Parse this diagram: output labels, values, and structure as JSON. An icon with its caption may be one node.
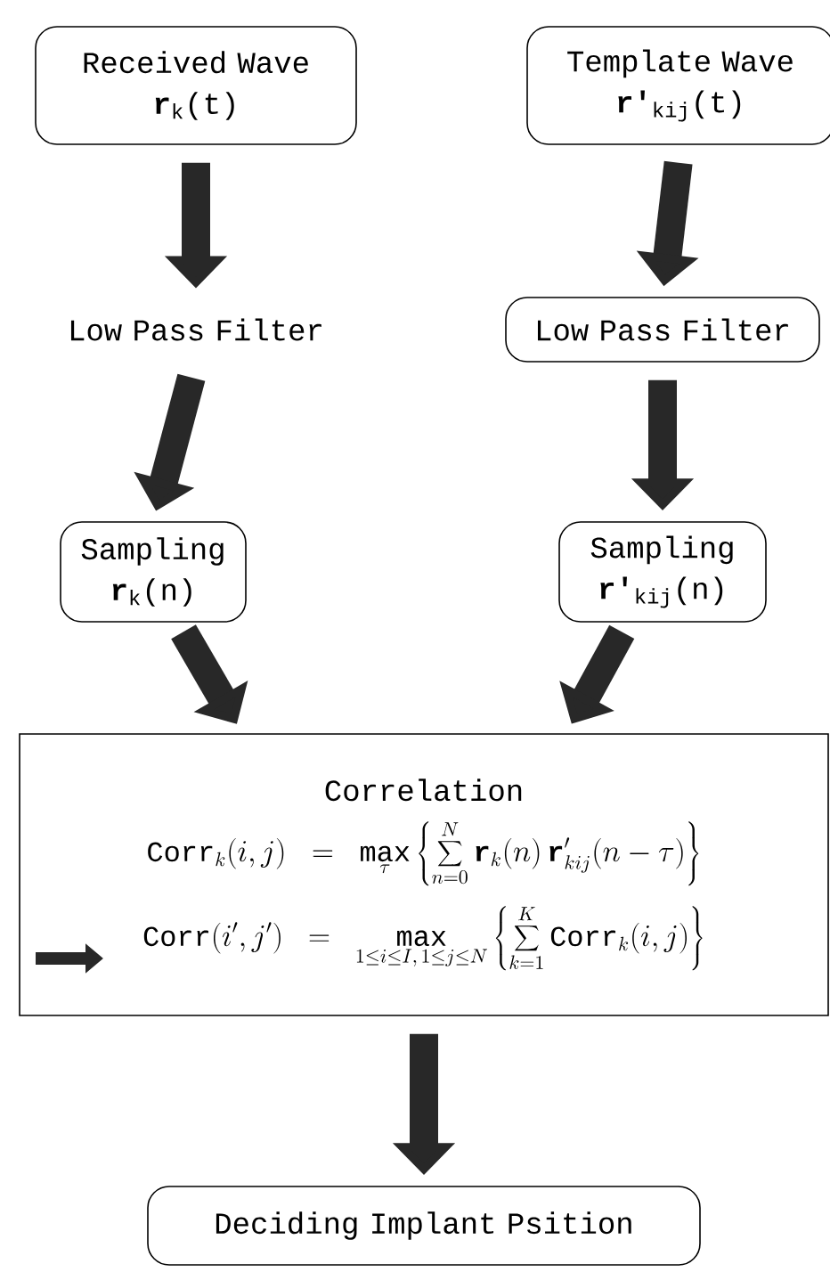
{
  "diagram": {
    "nodes": [
      {
        "text": [
          "Received Wave",
          "**r**$_{k}$(t)"
        ]
      },
      {
        "text": [
          "Template Wave",
          "**r'**$_{kij}$(t)"
        ]
      },
      {
        "text": [
          "Low Pass Filter"
        ]
      },
      {
        "text": [
          "Low Pass Filter"
        ]
      },
      {
        "text": [
          "Sampling",
          "**r**$_{k}$(n)"
        ]
      },
      {
        "text": [
          "Sampling",
          "**r'**$_{kij}$(n)"
        ]
      },
      {
        "text": [
          "Correlation",
          "\\mathrm{Corr}_k(i,j)=\\max_{\\tau}\\left\\{\\sum_{n=0}^{N}\\mathbf{r}_k(n)\\,\\mathbf{r}'_{kij}(n-\\tau)\\right\\}",
          "\\mathrm{Corr}(i',j')=\\max_{1\\leq i\\leq I,\\,1\\leq j\\leq N}\\left\\{\\sum_{k=1}^{K}\\mathrm{Corr}_k(i,j)\\right\\}"
        ]
      },
      {
        "text": [
          "Deciding Implant Psition"
        ]
      }
    ],
    "edges": [
      {
        "from": 0,
        "to": 2,
        "arrow": "to"
      },
      {
        "from": 1,
        "to": 3,
        "arrow": "to"
      },
      {
        "from": 2,
        "to": 4,
        "arrow": "to"
      },
      {
        "from": 3,
        "to": 5,
        "arrow": "to"
      },
      {
        "from": 4,
        "to": 6,
        "arrow": "to"
      },
      {
        "from": 5,
        "to": 6,
        "arrow": "to"
      },
      {
        "from": 6,
        "to": 7,
        "arrow": "to"
      }
    ]
  }
}
